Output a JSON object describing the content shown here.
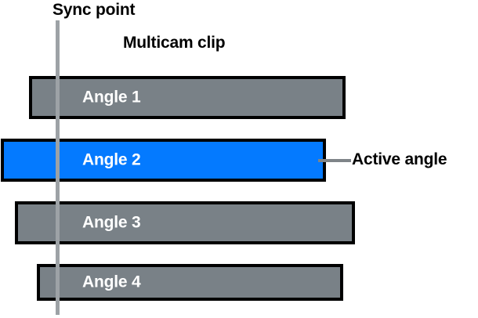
{
  "diagram": {
    "title_labels": {
      "sync_point": "Sync point",
      "multicam_clip": "Multicam clip",
      "active_angle": "Active angle"
    },
    "colors": {
      "background": "#ffffff",
      "bar_inactive": "#798187",
      "bar_active": "#047aff",
      "bar_border": "#000000",
      "sync_line": "#9da2a6",
      "leader_line": "#7f8488",
      "label_text": "#000000",
      "bar_text": "#ffffff"
    },
    "angles": [
      {
        "label": "Angle 1",
        "active": false
      },
      {
        "label": "Angle 2",
        "active": true
      },
      {
        "label": "Angle 3",
        "active": false
      },
      {
        "label": "Angle 4",
        "active": false
      }
    ]
  }
}
